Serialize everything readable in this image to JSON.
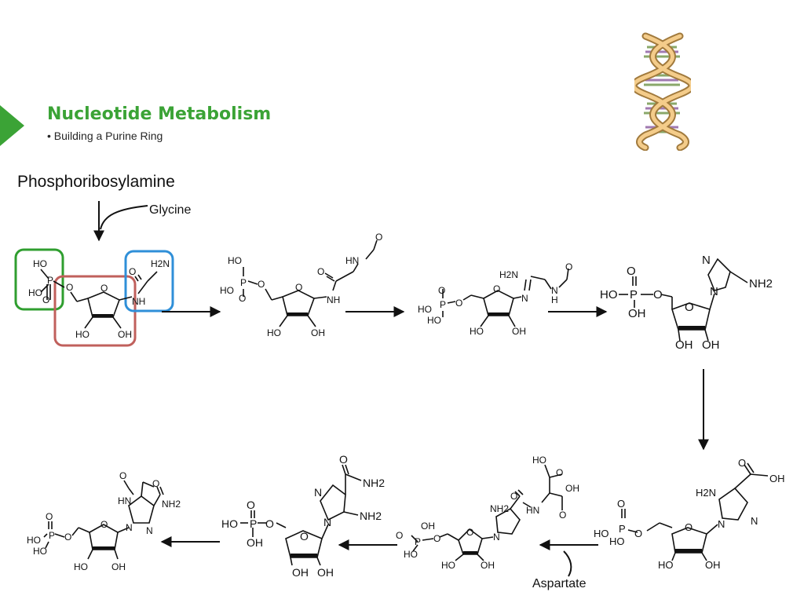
{
  "slide": {
    "title": "Nucleotide Metabolism",
    "bullet": "• Building a Purine Ring",
    "heading": "Phosphoribosylamine",
    "accent_color": "#3ba336",
    "dna_icon": "dna-double-helix-icon"
  },
  "reagents": {
    "glycine": "Glycine",
    "aspartate": "Aspartate"
  },
  "highlight_colors": {
    "phosphate": "#2f9e2f",
    "ribose": "#c0605c",
    "amine": "#2f8fd8"
  },
  "atoms": {
    "HO": "HO",
    "OH": "OH",
    "P": "P",
    "O": "O",
    "NH": "NH",
    "N": "N",
    "H": "H",
    "H2N": "H2N",
    "NH2": "NH2",
    "HN": "HN"
  }
}
